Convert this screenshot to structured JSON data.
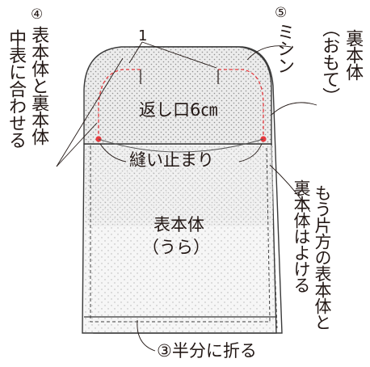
{
  "labels": {
    "step4_num": "④",
    "step4_line1": "表本体と裏本体",
    "step4_line2": "中表に合わせる",
    "count_one": "1",
    "step5_num": "⑤",
    "step5_text": "ミシン",
    "ura_line1": "裏本体",
    "ura_line2": "（おもて）",
    "gap": "返し口6㎝",
    "stop": "縫い止まり",
    "omote_line1": "表本体",
    "omote_line2": "（うら）",
    "side_line1": "もう片方の表本体と",
    "side_line2": "裏本体はよける",
    "step3": "③半分に折る"
  },
  "colors": {
    "stitch_red": "#e8383d",
    "outline": "#3a3a3a",
    "dot": "#9a9a9a"
  }
}
